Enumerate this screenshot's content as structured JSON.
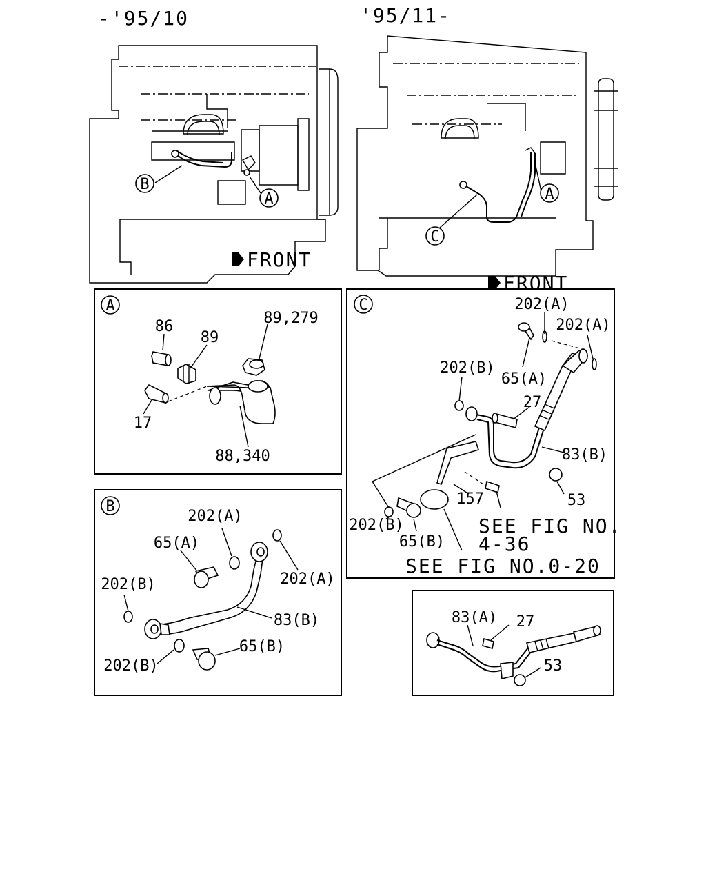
{
  "headers": {
    "left_range": "-'95/10",
    "right_range": "'95/11-"
  },
  "front_arrow": {
    "label": "FRONT"
  },
  "callouts": {
    "a": "A",
    "b": "B",
    "c": "C"
  },
  "panel_a": {
    "tag": "A",
    "labels": {
      "p86": "86",
      "p89": "89",
      "p89_279": "89,279",
      "p17": "17",
      "p88_340": "88,340"
    }
  },
  "panel_b": {
    "tag": "B",
    "labels": {
      "p202a_top": "202(A)",
      "p65a": "65(A)",
      "p202b_left": "202(B)",
      "p202a_right": "202(A)",
      "p83b": "83(B)",
      "p65b": "65(B)",
      "p202b_bottom": "202(B)"
    }
  },
  "panel_c": {
    "tag": "C",
    "labels": {
      "p202a_1": "202(A)",
      "p202a_2": "202(A)",
      "p202b_top": "202(B)",
      "p65a": "65(A)",
      "p27": "27",
      "p83b": "83(B)",
      "p53": "53",
      "p157": "157",
      "p202b_bottom": "202(B)",
      "p65b": "65(B)"
    },
    "ref1_line1": "SEE FIG NO.",
    "ref1_line2": "4-36",
    "ref2": "SEE FIG NO.0-20"
  },
  "panel_d": {
    "labels": {
      "p83a": "83(A)",
      "p27": "27",
      "p53": "53"
    }
  }
}
